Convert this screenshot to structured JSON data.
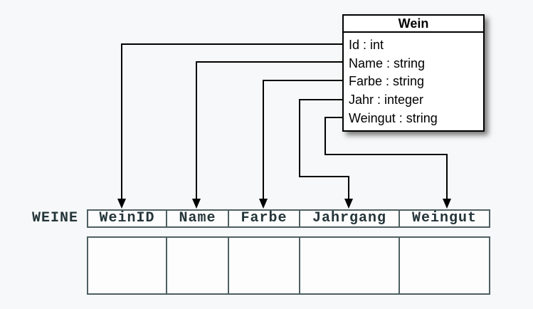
{
  "uml_class": {
    "title": "Wein",
    "attributes": [
      "Id : int",
      "Name : string",
      "Farbe : string",
      "Jahr : integer",
      "Weingut : string"
    ]
  },
  "table": {
    "label": "WEINE",
    "columns": [
      "WeinID",
      "Name",
      "Farbe",
      "Jahrgang",
      "Weingut"
    ],
    "empty_body_row": true
  },
  "mappings": [
    {
      "from": "Id",
      "to": "WeinID"
    },
    {
      "from": "Name",
      "to": "Name"
    },
    {
      "from": "Farbe",
      "to": "Farbe"
    },
    {
      "from": "Jahr",
      "to": "Jahrgang"
    },
    {
      "from": "Weingut",
      "to": "Weingut"
    }
  ],
  "colors": {
    "background": "#f7f8f9",
    "connector_line": "#000000",
    "class_border": "#000000",
    "class_background": "#ffffff",
    "table_border": "#4f5f63",
    "table_text": "#243539"
  }
}
